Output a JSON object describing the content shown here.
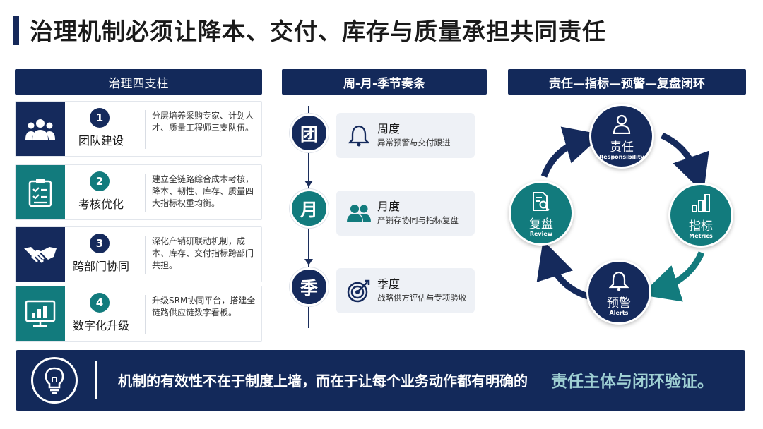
{
  "title": "治理机制必须让降本、交付、库存与质量承担共同责任",
  "columns": {
    "pillars_header": "治理四支柱",
    "rhythm_header": "周-月-季节奏条",
    "loop_header": "责任—指标—预警—复盘闭环"
  },
  "pillars": [
    {
      "num": "1",
      "name": "团队建设",
      "desc": "分层培养采购专家、计划人才、质量工程师三支队伍。",
      "icon": "team-icon",
      "color": "#152a5c"
    },
    {
      "num": "2",
      "name": "考核优化",
      "desc": "建立全链路综合成本考核，降本、韧性、库存、质量四大指标权重均衡。",
      "icon": "checklist-icon",
      "color": "#127b7d"
    },
    {
      "num": "3",
      "name": "跨部门协同",
      "desc": "深化产销研联动机制，成本、库存、交付指标跨部门共担。",
      "icon": "handshake-icon",
      "color": "#152a5c"
    },
    {
      "num": "4",
      "name": "数字化升级",
      "desc": "升级SRM协同平台，搭建全链路供应链数字看板。",
      "icon": "dashboard-icon",
      "color": "#127b7d"
    }
  ],
  "rhythm": [
    {
      "node": "团",
      "title": "周度",
      "sub": "异常预警与交付跟进",
      "icon": "bell-icon",
      "color": "#152a5c"
    },
    {
      "node": "月",
      "title": "月度",
      "sub": "产销存协同与指标复盘",
      "icon": "people-icon",
      "color": "#127b7d"
    },
    {
      "node": "季",
      "title": "季度",
      "sub": "战略供方评估与专项验收",
      "icon": "target-icon",
      "color": "#152a5c"
    }
  ],
  "loop": [
    {
      "name": "责任",
      "en": "Responsibility",
      "icon": "user-icon",
      "color": "#152a5c"
    },
    {
      "name": "指标",
      "en": "Metrics",
      "icon": "bar-chart-icon",
      "color": "#127b7d"
    },
    {
      "name": "预警",
      "en": "Alerts",
      "icon": "bell-icon",
      "color": "#152a5c"
    },
    {
      "name": "复盘",
      "en": "Review",
      "icon": "document-search-icon",
      "color": "#127b7d"
    }
  ],
  "footer": {
    "text": "机制的有效性不在于制度上墙，而在于让每个业务动作都有明确的",
    "highlight": "责任主体与闭环验证。",
    "icon": "lightbulb-icon"
  }
}
